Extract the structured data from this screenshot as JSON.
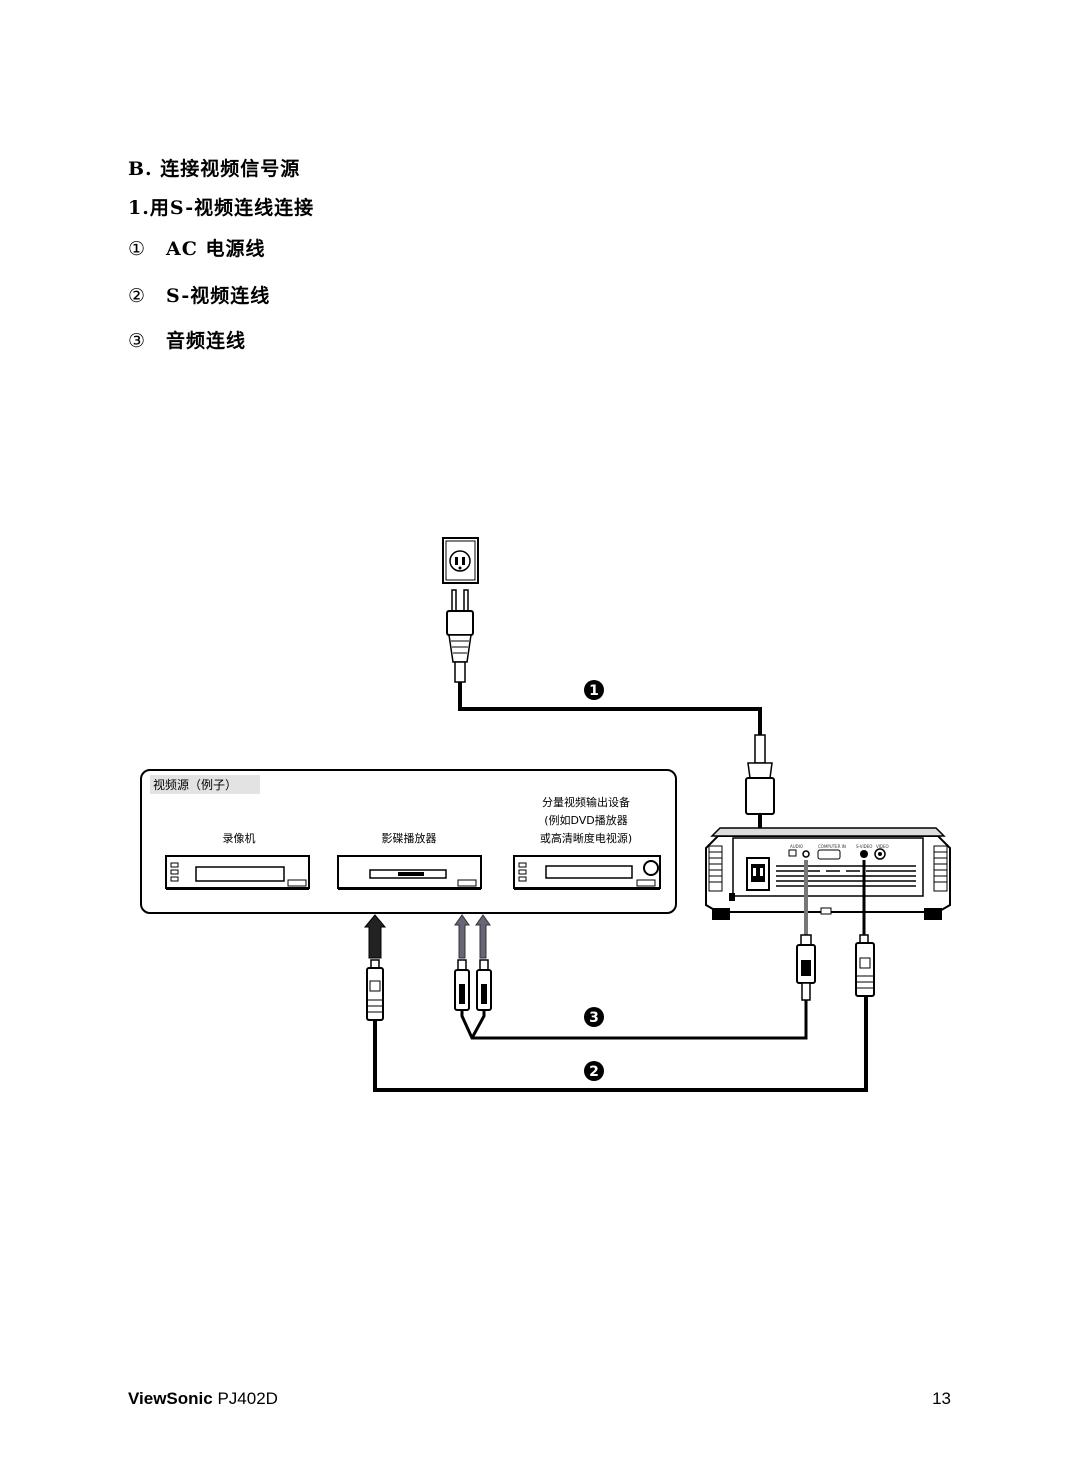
{
  "section": {
    "heading": "B.  连接视频信号源",
    "subheading": "1.用S-视频连线连接",
    "items": [
      {
        "marker": "①",
        "label": "AC 电源线"
      },
      {
        "marker": "②",
        "label": "S-视频连线"
      },
      {
        "marker": "③",
        "label": "音频连线"
      }
    ]
  },
  "diagram": {
    "source_box_title": "视频源（例子）",
    "devices": [
      {
        "label": "录像机"
      },
      {
        "label": "影碟播放器"
      },
      {
        "label_lines": [
          "分量视频输出设备",
          "(例如DVD播放器",
          "或高清晰度电视源)"
        ]
      }
    ],
    "callouts": [
      "1",
      "2",
      "3"
    ],
    "projector_port_labels": [
      "AUDIO",
      "COMPUTER IN",
      "S-VIDEO",
      "VIDEO"
    ]
  },
  "footer": {
    "brand": "ViewSonic",
    "model": "PJ402D",
    "page_number": "13"
  }
}
